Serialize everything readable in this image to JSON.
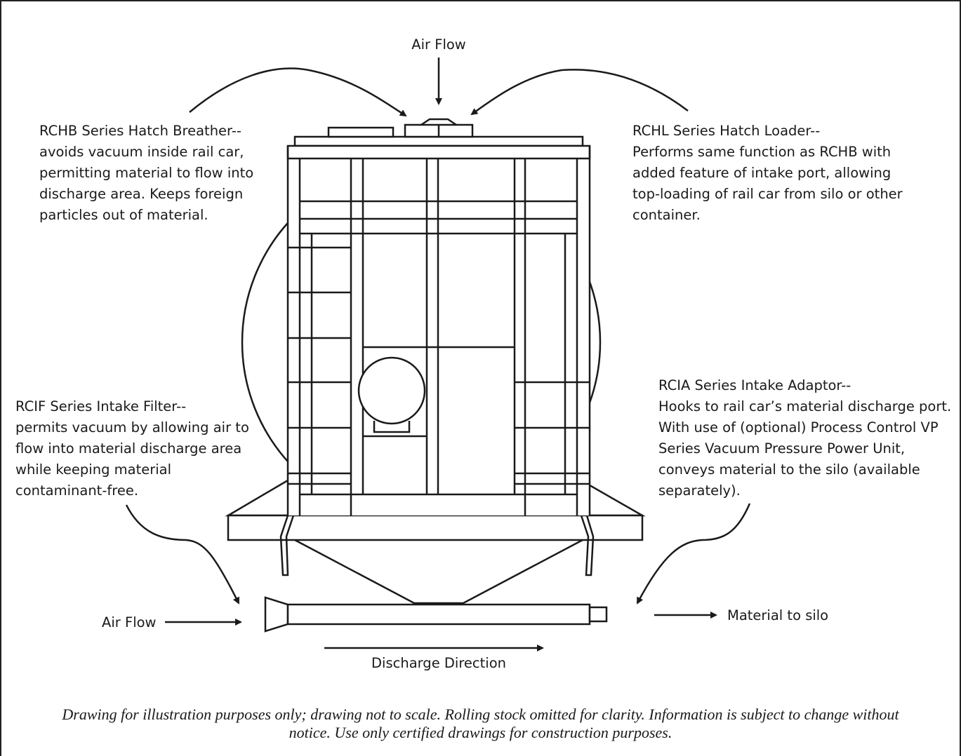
{
  "labels": {
    "air_flow_top": "Air Flow",
    "air_flow_left": "Air Flow",
    "material_to_silo": "Material to silo",
    "discharge_direction": "Discharge Direction"
  },
  "callouts": {
    "rchb": "RCHB Series Hatch Breather--\navoids vacuum inside rail car,\npermitting material to flow into\ndischarge area. Keeps foreign\nparticles out of material.",
    "rchl": "RCHL Series Hatch Loader--\nPerforms same function as RCHB with\nadded feature of intake port, allowing\ntop-loading of rail car from silo or other\ncontainer.",
    "rcif": "RCIF Series Intake Filter--\npermits vacuum by allowing air to\nflow into material discharge area\nwhile keeping material\ncontaminant-free.",
    "rcia": "RCIA Series Intake Adaptor--\nHooks to rail car’s material discharge port.\nWith use of (optional) Process Control VP\nSeries Vacuum Pressure Power Unit,\nconveys material to the silo (available\nseparately)."
  },
  "caption": "Drawing for illustration purposes only; drawing not to scale. Rolling stock omitted for clarity. Information is subject to change without notice. Use only certified drawings for construction purposes."
}
